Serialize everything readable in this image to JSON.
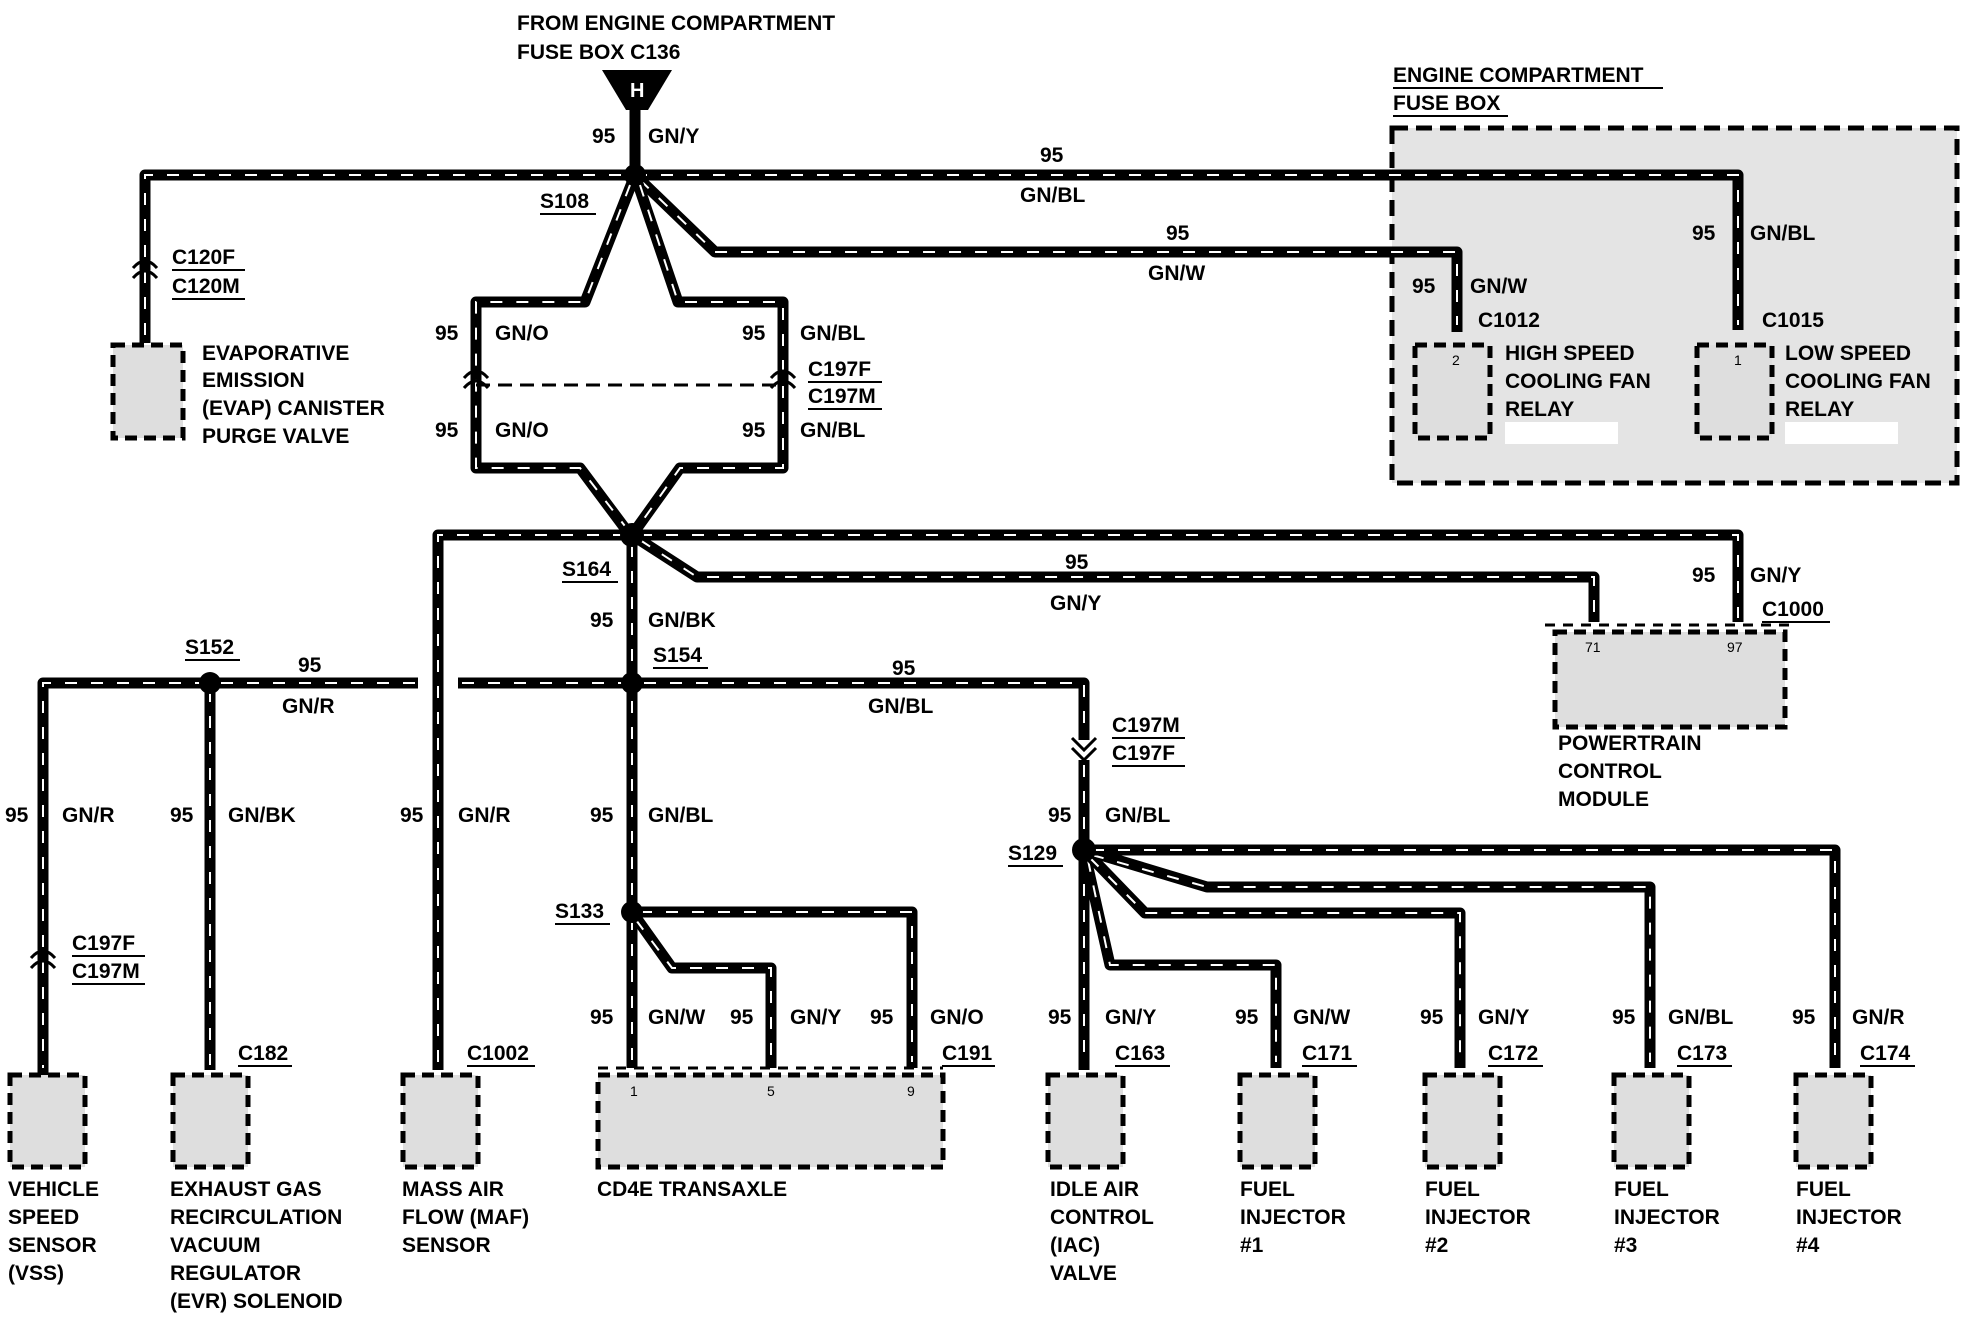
{
  "source": {
    "title_line1": "FROM ENGINE COMPARTMENT",
    "title_line2": "FUSE BOX C136",
    "pin": "H"
  },
  "fuse_box": {
    "title_line1": "ENGINE COMPARTMENT",
    "title_line2": "FUSE BOX"
  },
  "circuit": "95",
  "wire_colors": {
    "gn_y": "GN/Y",
    "gn_bl": "GN/BL",
    "gn_w": "GN/W",
    "gn_o": "GN/O",
    "gn_bk": "GN/BK",
    "gn_r": "GN/R"
  },
  "splices": {
    "s108": "S108",
    "s164": "S164",
    "s152": "S152",
    "s154": "S154",
    "s133": "S133",
    "s129": "S129"
  },
  "connectors": {
    "c120f": "C120F",
    "c120m": "C120M",
    "c197f": "C197F",
    "c197m": "C197M",
    "c1012": "C1012",
    "c1015": "C1015",
    "c1000": "C1000",
    "c182": "C182",
    "c1002": "C1002",
    "c191": "C191",
    "c163": "C163",
    "c171": "C171",
    "c172": "C172",
    "c173": "C173",
    "c174": "C174"
  },
  "pins": {
    "hs_relay": "2",
    "ls_relay": "1",
    "pcm_a": "71",
    "pcm_b": "97",
    "tx_a": "1",
    "tx_b": "5",
    "tx_c": "9"
  },
  "components": {
    "evap": [
      "EVAPORATIVE",
      "EMISSION",
      "(EVAP) CANISTER",
      "PURGE VALVE"
    ],
    "hs_relay": [
      "HIGH SPEED",
      "COOLING FAN",
      "RELAY"
    ],
    "ls_relay": [
      "LOW SPEED",
      "COOLING FAN",
      "RELAY"
    ],
    "pcm": [
      "POWERTRAIN",
      "CONTROL",
      "MODULE"
    ],
    "vss": [
      "VEHICLE",
      "SPEED",
      "SENSOR",
      "(VSS)"
    ],
    "evr": [
      "EXHAUST GAS",
      "RECIRCULATION",
      "VACUUM",
      "REGULATOR",
      "(EVR) SOLENOID"
    ],
    "maf": [
      "MASS AIR",
      "FLOW (MAF)",
      "SENSOR"
    ],
    "transaxle": [
      "CD4E TRANSAXLE"
    ],
    "iac": [
      "IDLE AIR",
      "CONTROL",
      "(IAC)",
      "VALVE"
    ],
    "inj1": [
      "FUEL",
      "INJECTOR",
      "#1"
    ],
    "inj2": [
      "FUEL",
      "INJECTOR",
      "#2"
    ],
    "inj3": [
      "FUEL",
      "INJECTOR",
      "#3"
    ],
    "inj4": [
      "FUEL",
      "INJECTOR",
      "#4"
    ]
  }
}
